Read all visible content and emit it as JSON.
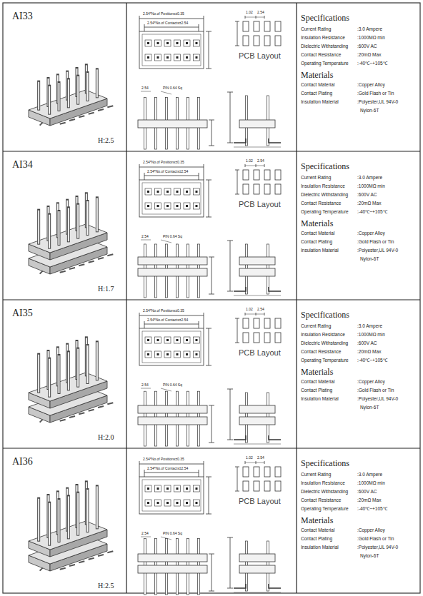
{
  "diagram": {
    "nodes": [
      {
        "text": [
          "AI33",
          "H:2.5"
        ]
      },
      {
        "text": [
          "Specifications",
          "Current Rating",
          ":3.0 Ampere",
          "Insulation Resistance",
          ":1000MΩ min",
          "Dielectric Withstanding",
          ":600V AC",
          "Contact Resistance",
          ":20mΩ Max",
          "Operating Temperature",
          ":-40℃~+105℃",
          "Materials",
          "Contact Material",
          ":Copper Alloy",
          "Contact Plating",
          ":Gold Flash or Tin",
          "Insulation Material",
          ":Polyester,UL 94V-0",
          "Nylon-6T"
        ]
      },
      {
        "text": [
          "AI34",
          "H:1.7"
        ]
      },
      {
        "text": [
          "Specifications",
          "Current Rating",
          ":3.0 Ampere",
          "Insulation Resistance",
          ":1000MΩ min",
          "Dielectric Withstanding",
          ":600V AC",
          "Contact Resistance",
          ":20mΩ Max",
          "Operating Temperature",
          ":-40℃~+105℃",
          "Materials",
          "Contact Material",
          ":Copper Alloy",
          "Contact Plating",
          ":Gold Flash or Tin",
          "Insulation Material",
          ":Polyester,UL 94V-0",
          "Nylon-6T"
        ]
      },
      {
        "text": [
          "AI35",
          "H:2.0"
        ]
      },
      {
        "text": [
          "Specifications",
          "Current Rating",
          ":3.0 Ampere",
          "Insulation Resistance",
          ":1000MΩ min",
          "Dielectric Withstanding",
          ":600V AC",
          "Contact Resistance",
          ":20mΩ Max",
          "Operating Temperature",
          ":-40℃~+105℃",
          "Materials",
          "Contact Material",
          ":Copper Alloy",
          "Contact Plating",
          ":Gold Flash or Tin",
          "Insulation Material",
          ":Polyester,UL 94V-0",
          "Nylon-6T"
        ]
      },
      {
        "text": [
          "AI36",
          "H:2.5"
        ]
      },
      {
        "text": [
          "Specifications",
          "Current Rating",
          ":3.0 Ampere",
          "Insulation Resistance",
          ":1000MΩ min",
          "Dielectric Withstanding",
          ":600V AC",
          "Contact Resistance",
          ":20mΩ Max",
          "Operating Temperature",
          ":-40℃~+105℃",
          "Materials",
          "Contact Material",
          ":Copper Alloy",
          "Contact Plating",
          ":Gold Flash or Tin",
          "Insulation Material",
          ":Polyester,UL 94V-0",
          "Nylon-6T"
        ]
      }
    ],
    "labels": [
      "2.54*No.of Positions±0.35",
      "2.54*No.of Contacts±2.54",
      "1.02",
      "2.54",
      "PCB Layout",
      "2.54",
      "PIN 0.64 Sq",
      "2.54*No.of Positions±0.35",
      "2.54*No.of Contacts±2.54",
      "1.02",
      "2.54",
      "PCB Layout",
      "2.54",
      "PIN 0.64 Sq",
      "2.54*No.of Positions±0.35",
      "2.54*No.of Contacts±2.54",
      "1.02",
      "2.54",
      "PCB Layout",
      "2.54",
      "PIN 0.64 Sq",
      "2.54*No.of Positions±0.35",
      "2.54*No.of Contacts±2.54",
      "1.02",
      "2.54",
      "PCB Layout",
      "2.54",
      "PIN 0.64 Sq"
    ]
  }
}
